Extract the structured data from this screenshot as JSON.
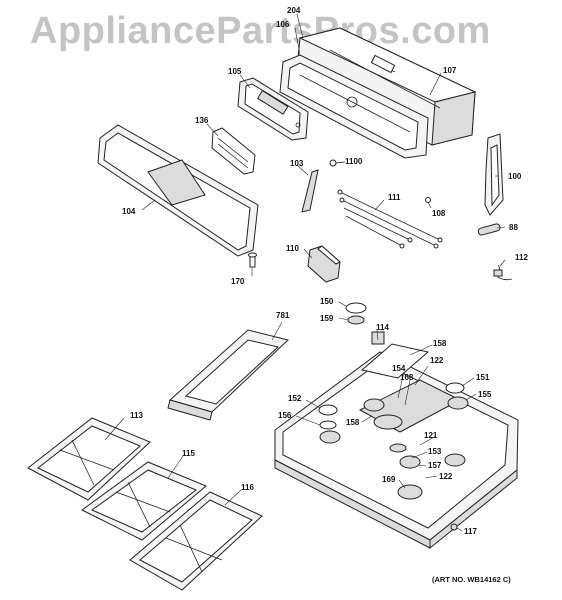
{
  "watermark": "AppliancePartsPros.com",
  "art_number": "(ART NO. WB14162 C)",
  "labels": {
    "p204": "204",
    "p106": "106",
    "p107": "107",
    "p105": "105",
    "p136": "136",
    "p103": "103",
    "p1100": "1100",
    "p100": "100",
    "p104": "104",
    "p111": "111",
    "p108": "108",
    "p88": "88",
    "p110": "110",
    "p112": "112",
    "p170": "170",
    "p150": "150",
    "p159": "159",
    "p781": "781",
    "p114": "114",
    "p158a": "158",
    "p122a": "122",
    "p154": "154",
    "p168": "168",
    "p151": "151",
    "p155": "155",
    "p152": "152",
    "p156": "156",
    "p158b": "158",
    "p121": "121",
    "p153": "153",
    "p157": "157",
    "p169": "169",
    "p122b": "122",
    "p113": "113",
    "p115": "115",
    "p116": "116",
    "p117": "117"
  }
}
